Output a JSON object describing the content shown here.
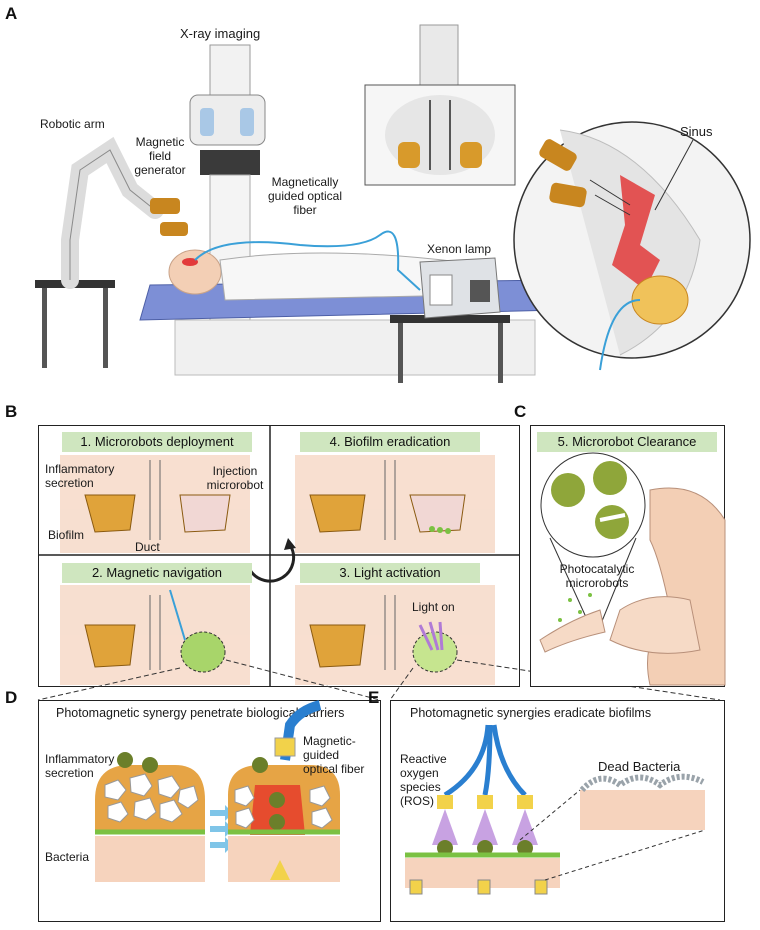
{
  "panels": {
    "a": "A",
    "b": "B",
    "c": "C",
    "d": "D",
    "e": "E"
  },
  "panel_a": {
    "xray": "X-ray imaging",
    "robotic_arm": "Robotic arm",
    "magnetic_field_generator": [
      "Magnetic",
      "field",
      "generator"
    ],
    "guided_fiber": [
      "Magnetically",
      "guided optical",
      "fiber"
    ],
    "xenon_lamp": "Xenon lamp",
    "sinus": "Sinus"
  },
  "panel_b": {
    "step1": "1. Microrobots deployment",
    "step2": "2. Magnetic navigation",
    "step3": "3. Light activation",
    "step4": "4. Biofilm eradication",
    "inflammatory": [
      "Inflammatory",
      "secretion"
    ],
    "injection": [
      "Injection",
      "microrobot"
    ],
    "biofilm": "Biofilm",
    "duct": "Duct",
    "light_on": "Light on"
  },
  "panel_c": {
    "step5": "5. Microrobot Clearance",
    "photocatalytic": [
      "Photocatalytic",
      "microrobots"
    ]
  },
  "panel_d": {
    "title": "Photomagnetic synergy penetrate biological barriers",
    "inflammatory": [
      "Inflammatory",
      "secretion"
    ],
    "bacteria": "Bacteria",
    "fiber": [
      "Magnetic-",
      "guided",
      "optical fiber"
    ]
  },
  "panel_e": {
    "title": "Photomagnetic synergies eradicate biofilms",
    "ros": [
      "Reactive",
      "oxygen",
      "species",
      "(ROS)"
    ],
    "dead_bacteria": "Dead Bacteria"
  },
  "colors": {
    "green_bar": "#cfe6bf",
    "sinus_red": "#e23a3a",
    "secretion_orange": "#e0a33a",
    "skin": "#f3cfb5",
    "fiber_blue": "#3aa0d8"
  }
}
